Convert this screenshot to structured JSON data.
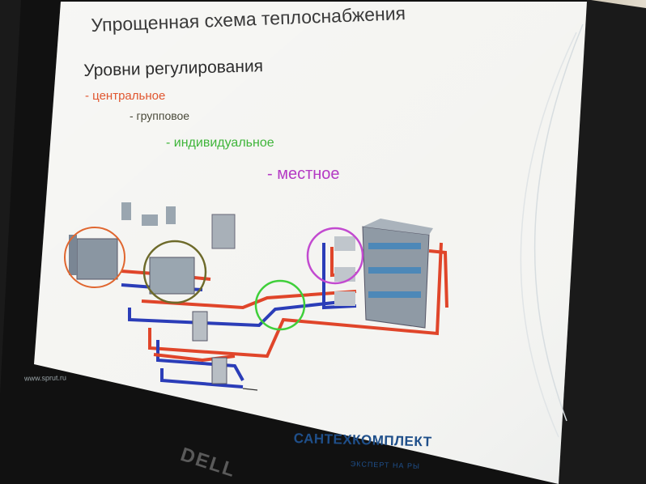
{
  "slide": {
    "title": "Упрощенная схема теплоснабжения",
    "subtitle": "Уровни регулирования",
    "levels": [
      {
        "label": "- центральное",
        "color": "#e0562f"
      },
      {
        "label": "- групповое",
        "color": "#4a4a3a"
      },
      {
        "label": "- индивидуальное",
        "color": "#3fb53a"
      },
      {
        "label": "- местное",
        "color": "#b43ac4"
      }
    ],
    "site": "www.sprut.ru",
    "logo": "САНТЕХКОМПЛЕКТ",
    "logo_sub": "ЭКСПЕРТ НА РЫ"
  },
  "monitor": {
    "brand": "DELL"
  }
}
